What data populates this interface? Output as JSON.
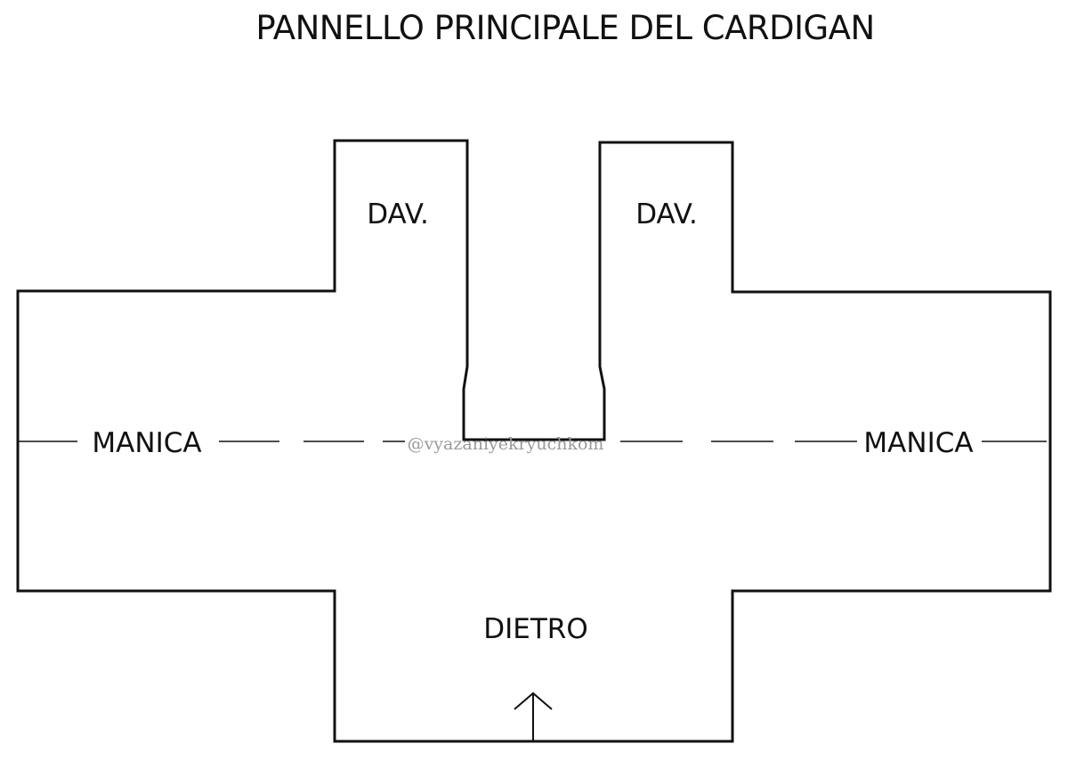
{
  "title": "PANNELLO PRINCIPALE DEL CARDIGAN",
  "labels": {
    "front_left": "DAV.",
    "front_right": "DAV.",
    "sleeve_left": "MANICA",
    "sleeve_right": "MANICA",
    "back": "DIETRO"
  },
  "watermark": "@vyazaniyekryuchkom",
  "colors": {
    "outline": "#111111",
    "watermark": "#9a9a9a"
  }
}
